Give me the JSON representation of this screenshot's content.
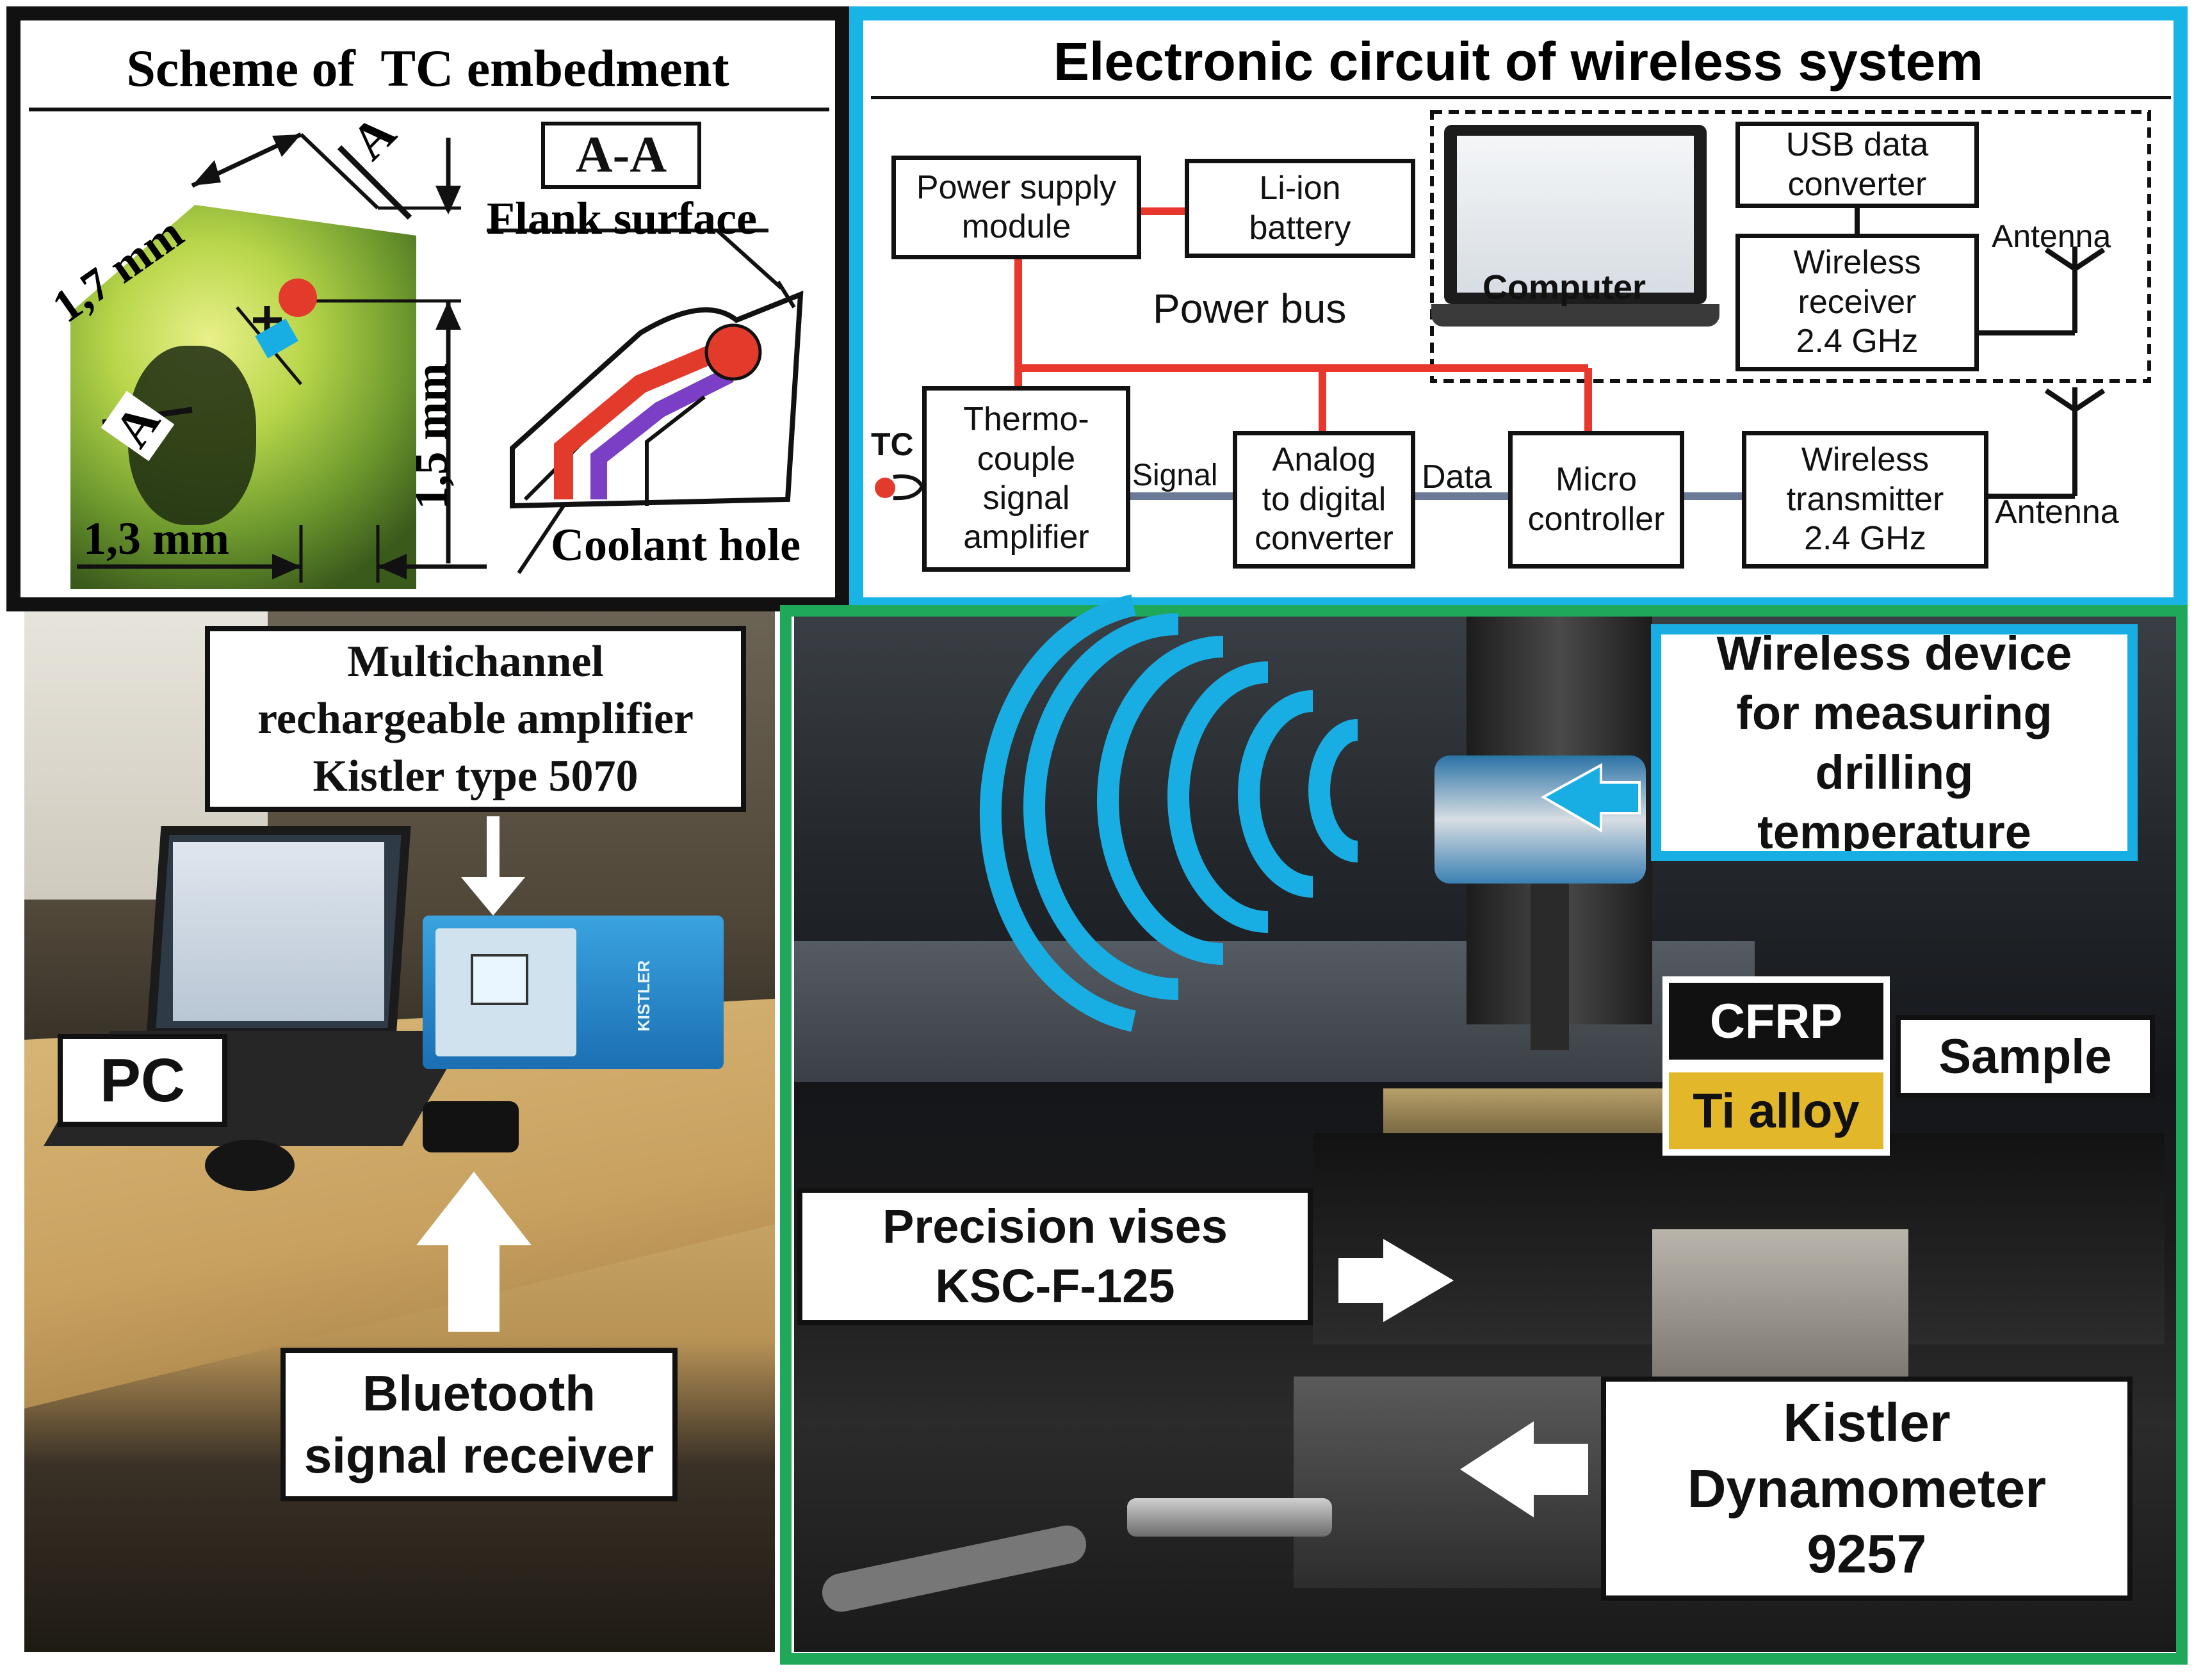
{
  "panels": {
    "scheme": {
      "title": "Scheme of  TC embedment",
      "section_label": "A-A",
      "section_marker": "A",
      "flank_surface": "Flank surface",
      "coolant_hole": "Coolant hole",
      "dim_1_7": "1,7 mm",
      "dim_1_5": "1,5 mm",
      "dim_1_3": "1,3 mm"
    },
    "circuit": {
      "title": "Electronic circuit of wireless system",
      "power_supply": "Power supply\nmodule",
      "battery": "Li-ion\nbattery",
      "power_bus": "Power bus",
      "computer": "Computer",
      "usb": "USB data\nconverter",
      "receiver": "Wireless\nreceiver\n2.4 GHz",
      "antenna_top": "Antenna",
      "tc": "TC",
      "amplifier": "Thermo-\ncouple\nsignal\namplifier",
      "signal": "Signal",
      "adc": "Analog\nto digital\nconverter",
      "data": "Data",
      "micro": "Micro\ncontroller",
      "transmitter": "Wireless\ntransmitter\n2.4 GHz",
      "antenna_bottom": "Antenna"
    },
    "lab": {
      "amplifier_label": "Multichannel\nrechargeable amplifier\nKistler type 5070",
      "pc": "PC",
      "bluetooth": "Bluetooth\nsignal receiver",
      "device_brand": "KISTLER"
    },
    "machine": {
      "wireless_device": "Wireless device\nfor measuring\ndrilling\ntemperature",
      "cfrp": "CFRP",
      "ti": "Ti alloy",
      "sample": "Sample",
      "vises": "Precision vises\nKSC-F-125",
      "dynamometer": "Kistler\nDynamometer\n9257"
    }
  },
  "colors": {
    "scheme_frame": "#111111",
    "circuit_frame": "#18b4e6",
    "machine_frame": "#1fa85a",
    "power_line": "#e8372c",
    "signal_line": "#6b7a99",
    "wave": "#19aee3",
    "tc_red": "#e33b2b",
    "ti_gold": "#e2b72a",
    "coolant_purple": "#7a3fc4"
  }
}
